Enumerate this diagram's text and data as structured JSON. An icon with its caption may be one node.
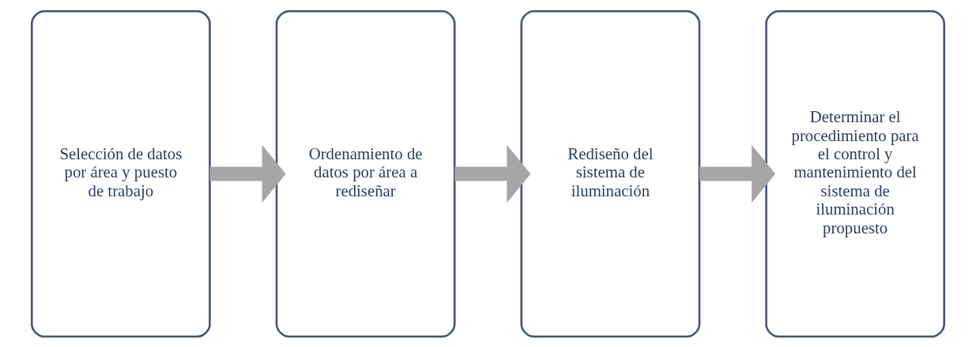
{
  "diagram": {
    "nodes": [
      {
        "text": [
          "Selección de datos por área y puesto de trabajo"
        ]
      },
      {
        "text": [
          "Ordenamiento de datos por área a rediseñar"
        ]
      },
      {
        "text": [
          "Rediseño del sistema de iluminación"
        ]
      },
      {
        "text": [
          "Determinar el procedimiento para el control y mantenimiento del sistema de iluminación propuesto"
        ]
      }
    ],
    "edges": [
      {
        "from": 0,
        "to": 1,
        "arrow": "to"
      },
      {
        "from": 1,
        "to": 2,
        "arrow": "to"
      },
      {
        "from": 2,
        "to": 3,
        "arrow": "to"
      }
    ]
  }
}
